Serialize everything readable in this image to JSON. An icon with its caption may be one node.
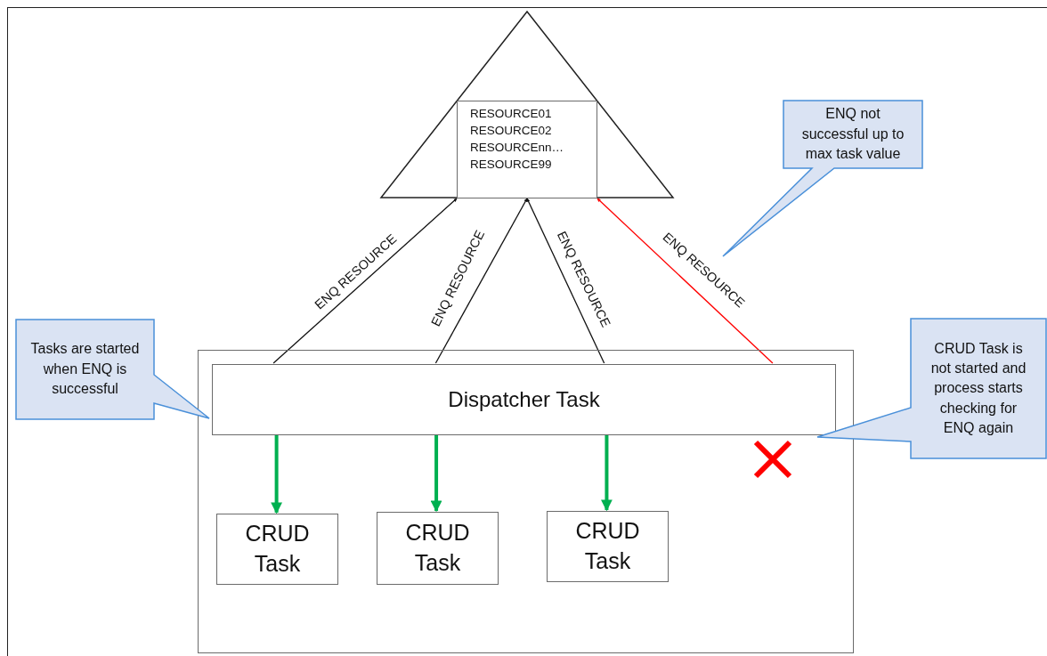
{
  "diagram": {
    "nodes": [
      {
        "text": [],
        "shape": "triangle"
      },
      {
        "text": [
          "RESOURCE01",
          "RESOURCE02",
          "RESOURCEnn…",
          "RESOURCE99"
        ],
        "in": 0
      },
      {
        "text": [
          "ENQ not successful up to max task value"
        ]
      },
      {
        "text": [],
        "shape": "box"
      },
      {
        "text": [
          "Dispatcher Task"
        ],
        "in": 3
      },
      {
        "text": [
          "CRUD Task"
        ],
        "in": 3
      },
      {
        "text": [
          "CRUD Task"
        ],
        "in": 3
      },
      {
        "text": [
          "CRUD Task"
        ],
        "in": 3
      },
      {
        "text": [
          "Tasks are started when ENQ is successful"
        ]
      },
      {
        "text": [
          "CRUD Task is not started and process starts checking for ENQ again"
        ]
      }
    ],
    "edges": [
      {
        "from": 4,
        "to": 1,
        "arrow": "to",
        "label": "ENQ RESOURCE"
      },
      {
        "from": 4,
        "to": 1,
        "arrow": "to",
        "label": "ENQ RESOURCE"
      },
      {
        "from": 4,
        "to": 1,
        "arrow": "to",
        "label": "ENQ RESOURCE"
      },
      {
        "from": 4,
        "to": 1,
        "arrow": "to",
        "label": "ENQ RESOURCE",
        "color": "#ff0000"
      },
      {
        "from": 4,
        "to": 5,
        "arrow": "to",
        "style": "thick",
        "color": "#00b050"
      },
      {
        "from": 4,
        "to": 6,
        "arrow": "to",
        "style": "thick",
        "color": "#00b050"
      },
      {
        "from": 4,
        "to": 7,
        "arrow": "to",
        "style": "thick",
        "color": "#00b050"
      }
    ]
  }
}
